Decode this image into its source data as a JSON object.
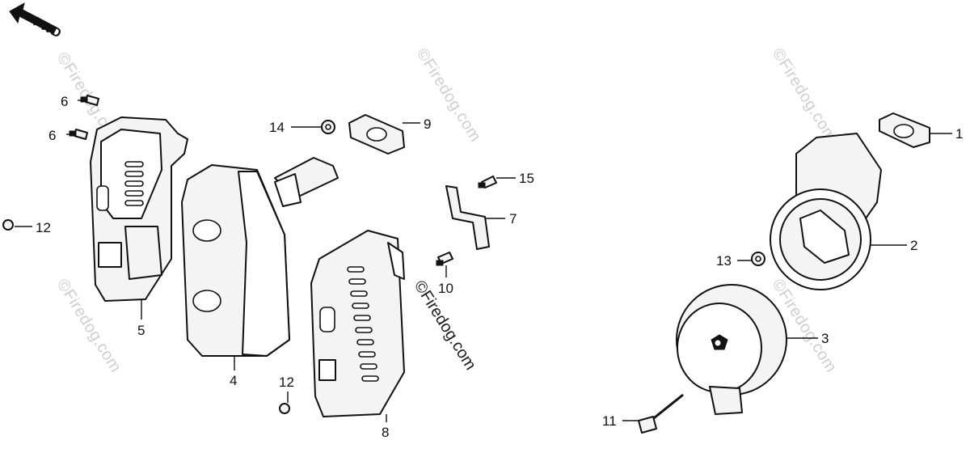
{
  "direction": {
    "label": "FWD"
  },
  "watermark": {
    "text": "©Firedog.com"
  },
  "callouts": {
    "c1": "1",
    "c2": "2",
    "c3": "3",
    "c4": "4",
    "c5": "5",
    "c6a": "6",
    "c6b": "6",
    "c7": "7",
    "c8": "8",
    "c9": "9",
    "c10": "10",
    "c11": "11",
    "c12a": "12",
    "c12b": "12",
    "c13": "13",
    "c14": "14",
    "c15": "15"
  },
  "colors": {
    "ink": "#111111",
    "watermark": "#cfcfcf",
    "background": "#ffffff"
  }
}
